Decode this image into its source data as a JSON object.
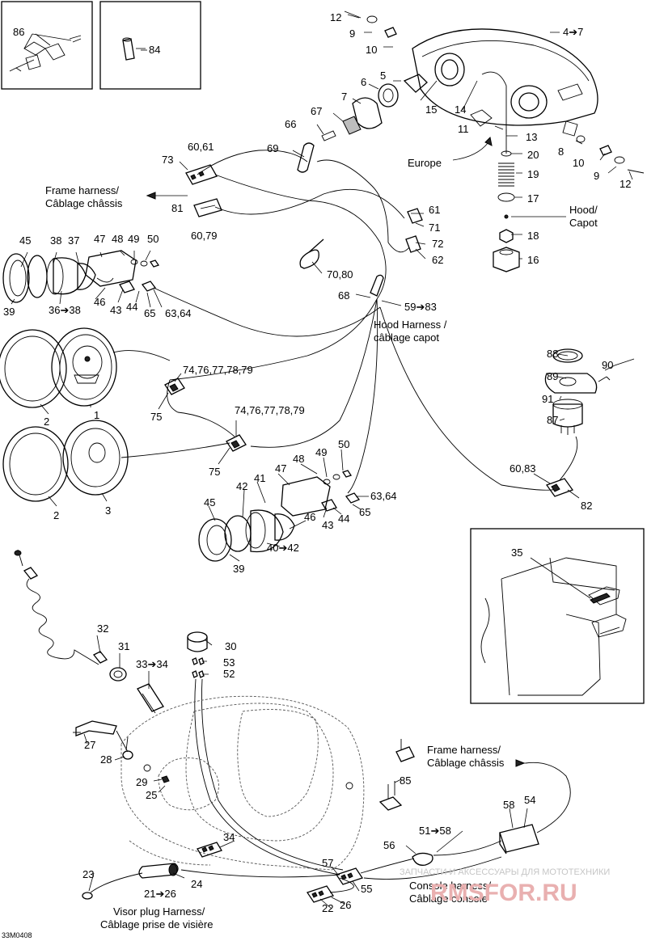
{
  "labels": {
    "l86": "86",
    "l84": "84",
    "l12a": "12",
    "l9a": "9",
    "l10a": "10",
    "l4_7": "4➔7",
    "l5": "5",
    "l6": "6",
    "l7": "7",
    "l67": "67",
    "l66": "66",
    "l69": "69",
    "l15": "15",
    "l14": "14",
    "l11": "11",
    "l13": "13",
    "l20": "20",
    "l19": "19",
    "l17": "17",
    "l18": "18",
    "l16": "16",
    "l8": "8",
    "l10b": "10",
    "l9b": "9",
    "l12b": "12",
    "l73": "73",
    "l60_61": "60,61",
    "l81": "81",
    "l60_79": "60,79",
    "l61": "61",
    "l71": "71",
    "l72": "72",
    "l62": "62",
    "l70_80": "70,80",
    "l68": "68",
    "l59_83": "59➔83",
    "l45a": "45",
    "l38": "38",
    "l37": "37",
    "l47a": "47",
    "l48a": "48",
    "l49a": "49",
    "l50a": "50",
    "l39a": "39",
    "l36_38": "36➔38",
    "l46a": "46",
    "l43a": "43",
    "l44a": "44",
    "l65a": "65",
    "l63_64a": "63,64",
    "l74a": "74,76,77,78,79",
    "l75a": "75",
    "l2a": "2",
    "l1": "1",
    "l74b": "74,76,77,78,79",
    "l75b": "75",
    "l2b": "2",
    "l3": "3",
    "l49b": "49",
    "l50b": "50",
    "l48b": "48",
    "l47b": "47",
    "l41": "41",
    "l42": "42",
    "l45b": "45",
    "l63_64b": "63,64",
    "l65b": "65",
    "l44b": "44",
    "l43b": "43",
    "l46b": "46",
    "l40_42": "40➔42",
    "l39b": "39",
    "l88": "88",
    "l90": "90",
    "l89": "89",
    "l91": "91",
    "l87": "87",
    "l60_83": "60,83",
    "l82": "82",
    "l35": "35",
    "l32": "32",
    "l31": "31",
    "l33_34": "33➔34",
    "l30": "30",
    "l53": "53",
    "l52": "52",
    "l27": "27",
    "l28": "28",
    "l29": "29",
    "l25": "25",
    "l85": "85",
    "l34": "34",
    "l58": "58",
    "l54": "54",
    "l51_58": "51➔58",
    "l56": "56",
    "l57": "57",
    "l55": "55",
    "l23": "23",
    "l24": "24",
    "l21_26": "21➔26",
    "l22": "22",
    "l26": "26"
  },
  "captions": {
    "europe": "Europe",
    "frame_harness_top_1": "Frame harness/",
    "frame_harness_top_2": "Câblage châssis",
    "hood_1": "Hood/",
    "hood_2": "Capot",
    "hood_harness_1": "Hood Harness /",
    "hood_harness_2": "câblage capot",
    "frame_harness_bottom_1": "Frame harness/",
    "frame_harness_bottom_2": "Câblage châssis",
    "console_harness_1": "Console harness/",
    "console_harness_2": "Câblage console",
    "visor_1": "Visor plug Harness/",
    "visor_2": "Câblage prise de visière",
    "drawing_code": "33M0408"
  },
  "watermark": {
    "line1": "ЗАПЧАСТИ И АКСЕССУАРЫ ДЛЯ МОТОТЕХНИКИ",
    "line2": "RMSFOR.RU"
  }
}
